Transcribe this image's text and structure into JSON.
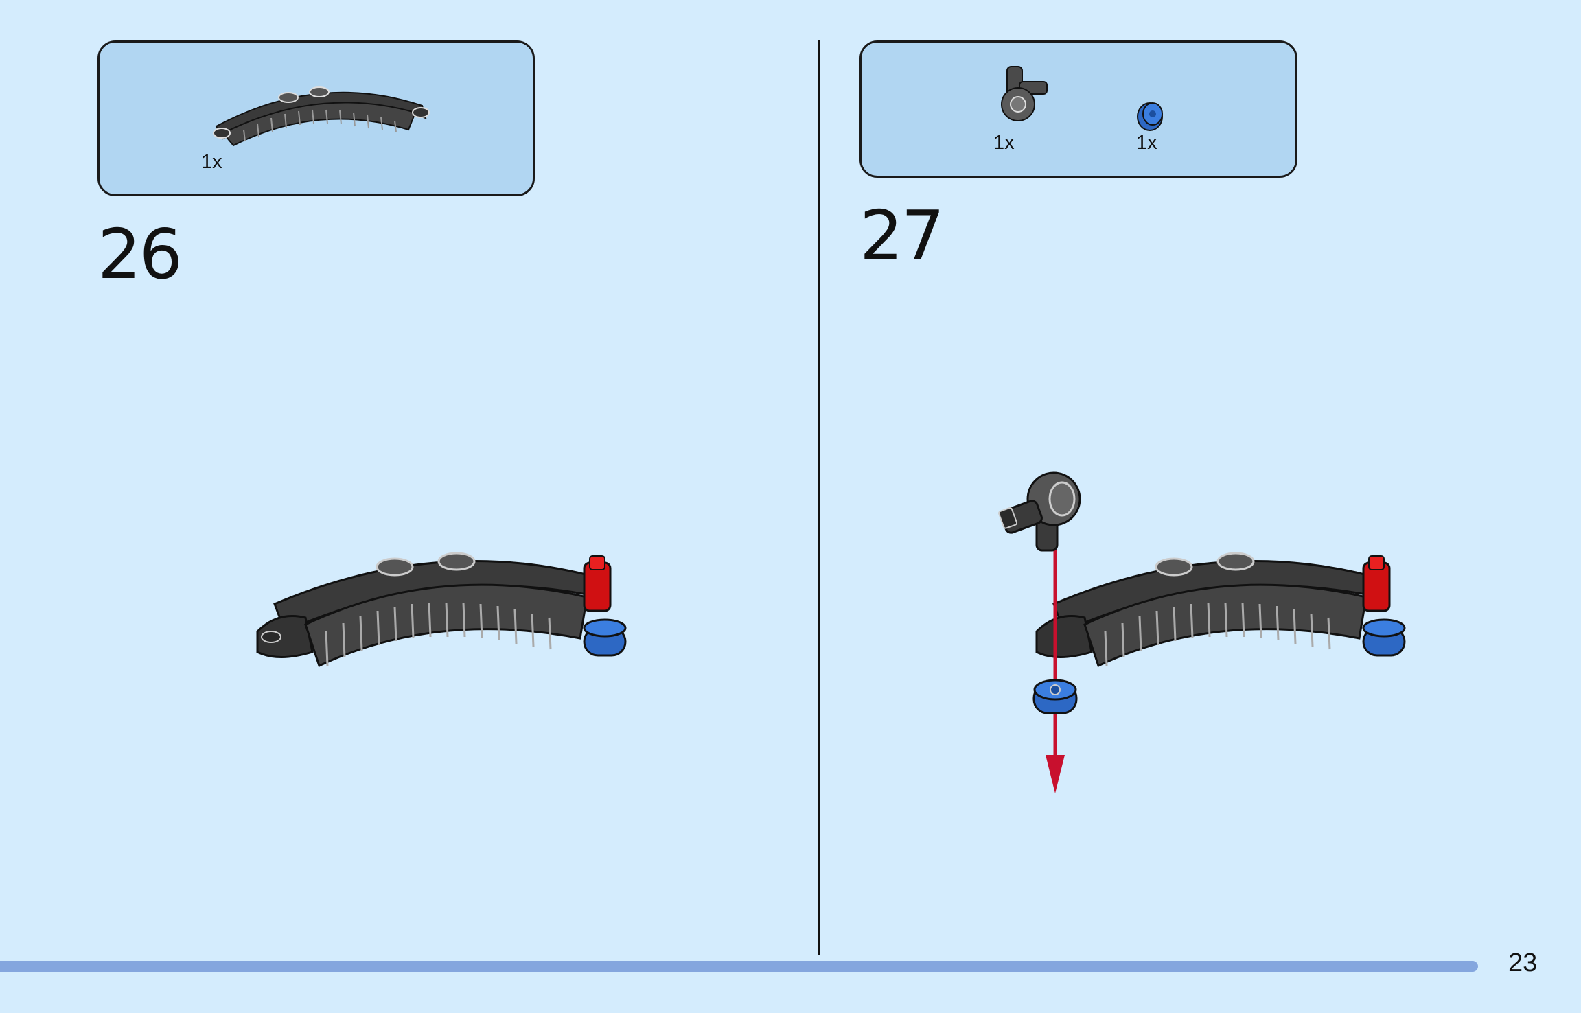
{
  "steps": [
    {
      "number": "26",
      "parts": [
        {
          "name": "curved-gear-rack",
          "quantity": "1x",
          "color": "#3a3a3a"
        }
      ]
    },
    {
      "number": "27",
      "parts": [
        {
          "name": "axle-connector-angled",
          "quantity": "1x",
          "color": "#6b6b6b"
        },
        {
          "name": "bush",
          "quantity": "1x",
          "color": "#2d68c4"
        }
      ]
    }
  ],
  "page_number": "23",
  "colors": {
    "background": "#d4ecfd",
    "parts_box": "#b1d6f2",
    "progress_bar": "#84a6de",
    "arrow": "#c8102e",
    "red_pin": "#d01012",
    "blue_bush": "#2d68c4",
    "dark_part": "#3a3a3a"
  }
}
